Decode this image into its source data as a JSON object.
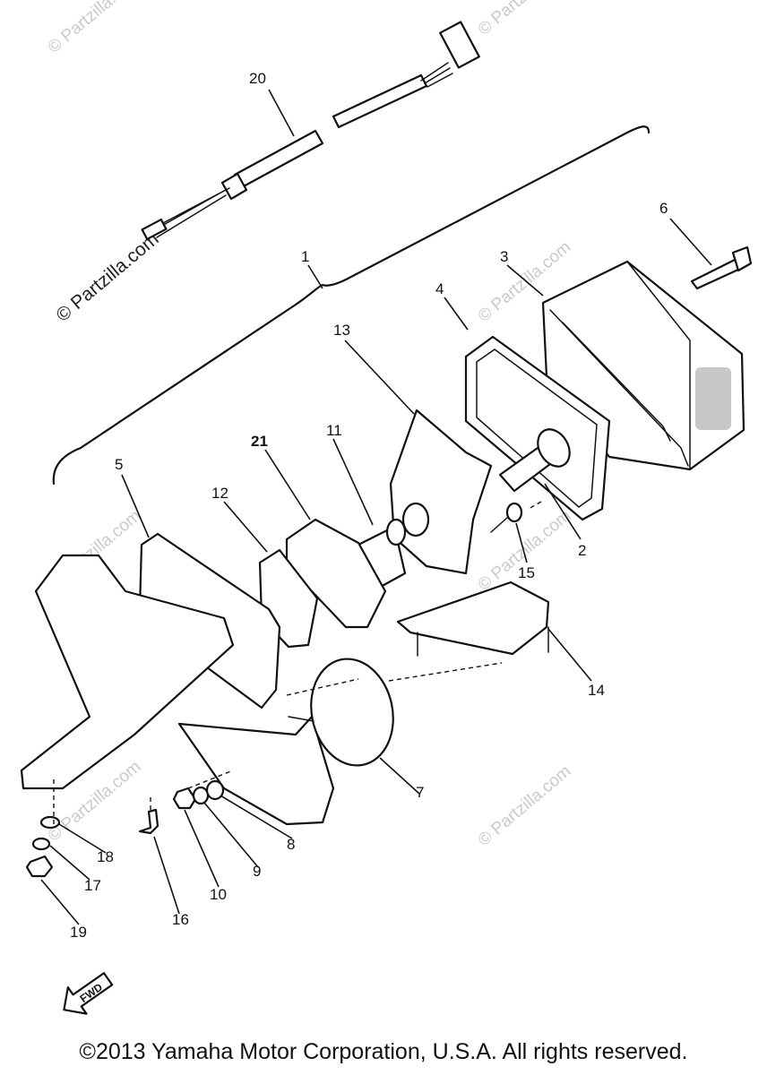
{
  "callouts": {
    "c1": "1",
    "c2": "2",
    "c3": "3",
    "c4": "4",
    "c5": "5",
    "c6": "6",
    "c7": "7",
    "c8": "8",
    "c9": "9",
    "c10": "10",
    "c11": "11",
    "c12": "12",
    "c13": "13",
    "c14": "14",
    "c15": "15",
    "c16": "16",
    "c17": "17",
    "c18": "18",
    "c19": "19",
    "c20": "20",
    "c21": "21"
  },
  "watermarks": {
    "text": "© Partzilla.com",
    "dark_text": "© Partzilla.com"
  },
  "fwd_label": "FWD",
  "copyright": "©2013 Yamaha Motor Corporation, U.S.A. All rights reserved."
}
